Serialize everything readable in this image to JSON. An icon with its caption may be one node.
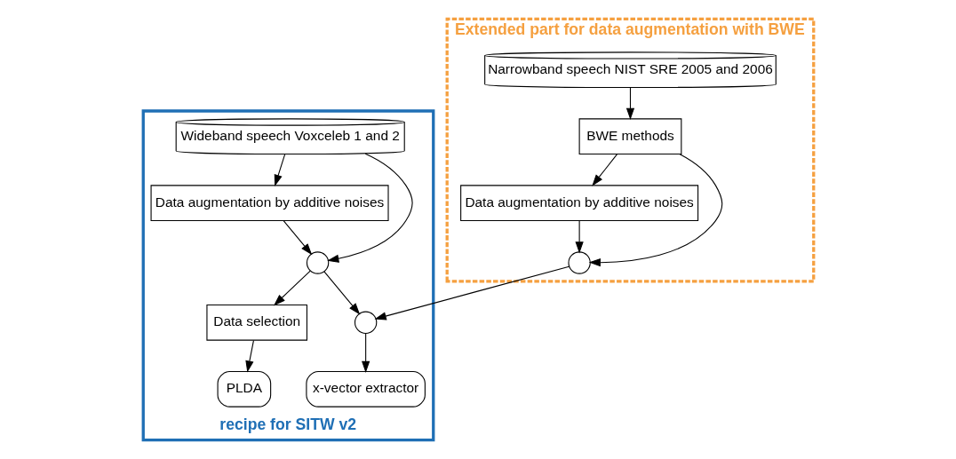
{
  "diagram": {
    "nodes": [
      {
        "text": [
          "recipe for SITW v2"
        ]
      },
      {
        "text": [
          "Extended part for data augmentation with BWE"
        ]
      },
      {
        "text": [
          "Wideband speech Voxceleb 1 and 2"
        ],
        "in": 0
      },
      {
        "text": [
          "Data augmentation by additive noises"
        ],
        "in": 0
      },
      {
        "text": [],
        "shape": "circle",
        "in": 0
      },
      {
        "text": [
          "Data selection"
        ],
        "in": 0
      },
      {
        "text": [
          "PLDA"
        ],
        "in": 0
      },
      {
        "text": [],
        "shape": "circle",
        "in": 0
      },
      {
        "text": [
          "x-vector extractor"
        ],
        "in": 0
      },
      {
        "text": [
          "Narrowband speech NIST SRE 2005 and 2006"
        ],
        "in": 1
      },
      {
        "text": [
          "BWE methods"
        ],
        "in": 1
      },
      {
        "text": [
          "Data augmentation by additive noises"
        ],
        "in": 1
      },
      {
        "text": [],
        "shape": "circle",
        "in": 1
      }
    ],
    "edges": [
      {
        "from": 2,
        "to": 3,
        "arrow": "to"
      },
      {
        "from": 2,
        "to": 4,
        "arrow": "to"
      },
      {
        "from": 3,
        "to": 4,
        "arrow": "to"
      },
      {
        "from": 4,
        "to": 5,
        "arrow": "to"
      },
      {
        "from": 4,
        "to": 7,
        "arrow": "to"
      },
      {
        "from": 5,
        "to": 6,
        "arrow": "to"
      },
      {
        "from": 7,
        "to": 8,
        "arrow": "to"
      },
      {
        "from": 9,
        "to": 10,
        "arrow": "to"
      },
      {
        "from": 10,
        "to": 12,
        "arrow": "to"
      },
      {
        "from": 10,
        "to": 11,
        "arrow": "to"
      },
      {
        "from": 11,
        "to": 12,
        "arrow": "to"
      },
      {
        "from": 12,
        "to": 7,
        "arrow": "to"
      }
    ]
  }
}
